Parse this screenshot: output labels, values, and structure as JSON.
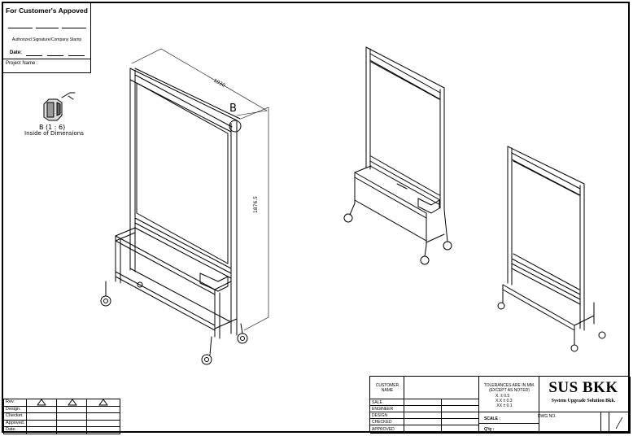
{
  "customer_box": {
    "title": "For Customer's Appoved",
    "signature_caption": "Authorized Signature/Company Stamp",
    "date_label": "Date:",
    "project_label": "Project Name :"
  },
  "detail": {
    "label": "B (1 : 6)",
    "subtitle": "Inside of Dimensions",
    "callout": "B"
  },
  "dimensions": {
    "width": "1030",
    "height": "1876.5"
  },
  "revision_table": {
    "rows": [
      "Rev.",
      "Design.",
      "Checker.",
      "Appoved.",
      "Date."
    ]
  },
  "title_block": {
    "customer_name": "CUSTOMER NAME",
    "tolerances_title": "TOLERANCES ARE IN MM.",
    "tolerances_sub": "(EXCEPT AS NOTED)",
    "tol_x": "X.    ±  0.5",
    "tol_xx": "X.X   ±  0.3",
    "tol_xxx": ".XX  ±  0.1",
    "roles": [
      "SALE",
      "ENGINEER",
      "DESIGN",
      "CHECKED",
      "APPROVED"
    ],
    "scale_label": "SCALE :",
    "qty_label": "Q'ty :",
    "dwg_label": "DWG NO.",
    "company": "SUS BKK",
    "company_sub": "System Upgrade Solution Bkk."
  }
}
